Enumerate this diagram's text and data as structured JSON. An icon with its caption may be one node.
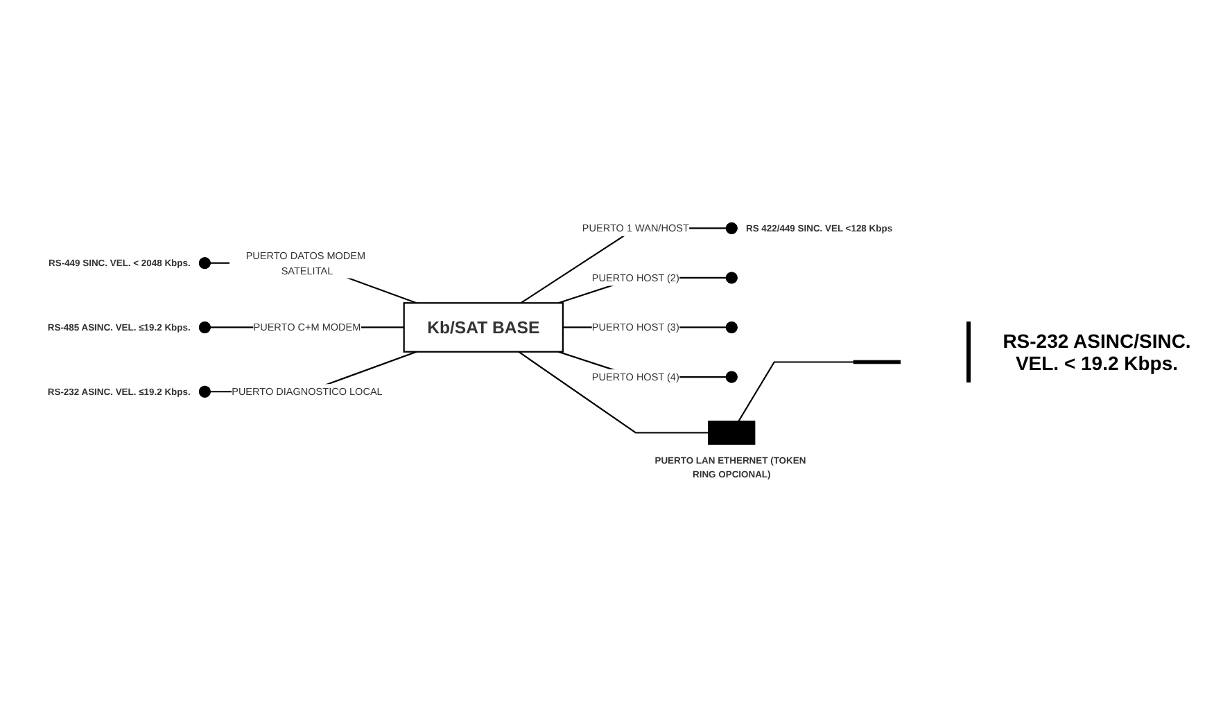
{
  "diagram": {
    "nodes": [
      {
        "text": [
          "Kb/SAT BASE"
        ]
      },
      {
        "text": [],
        "shape": "circle",
        "beside": [
          "RS-449 SINC. VEL. < 2048 Kbps."
        ]
      },
      {
        "text": [],
        "shape": "circle",
        "beside": [
          "RS-485 ASINC. VEL. ≤19.2 Kbps."
        ]
      },
      {
        "text": [],
        "shape": "circle",
        "beside": [
          "RS-232 ASINC. VEL. ≤19.2 Kbps."
        ]
      },
      {
        "text": [],
        "shape": "circle",
        "beside": [
          "RS 422/449 SINC. VEL <128 Kbps"
        ]
      },
      {
        "text": [],
        "shape": "circle"
      },
      {
        "text": [],
        "shape": "circle"
      },
      {
        "text": [],
        "shape": "circle"
      },
      {
        "text": [],
        "shape": "box",
        "beside": [
          "PUERTO LAN ETHERNET (TOKEN RING OPCIONAL)"
        ]
      },
      {
        "text": [],
        "shape": "bar"
      }
    ],
    "edges": [
      {
        "from": 1,
        "to": 0,
        "arrow": "none",
        "label": "PUERTO DATOS MODEM SATELITAL"
      },
      {
        "from": 2,
        "to": 0,
        "arrow": "none",
        "label": "PUERTO C+M MODEM"
      },
      {
        "from": 3,
        "to": 0,
        "arrow": "none",
        "label": "PUERTO DIAGNOSTICO LOCAL"
      },
      {
        "from": 0,
        "to": 4,
        "arrow": "none",
        "label": "PUERTO 1 WAN/HOST"
      },
      {
        "from": 0,
        "to": 5,
        "arrow": "none",
        "label": "PUERTO HOST (2)"
      },
      {
        "from": 0,
        "to": 6,
        "arrow": "none",
        "label": "PUERTO HOST (3)"
      },
      {
        "from": 0,
        "to": 7,
        "arrow": "none",
        "label": "PUERTO HOST (4)"
      },
      {
        "from": 0,
        "to": 8,
        "arrow": "none"
      },
      {
        "from": 8,
        "to": 9,
        "arrow": "none"
      }
    ],
    "labels": [
      "RS-232 ASINC/SINC. VEL. < 19.2 Kbps."
    ]
  }
}
